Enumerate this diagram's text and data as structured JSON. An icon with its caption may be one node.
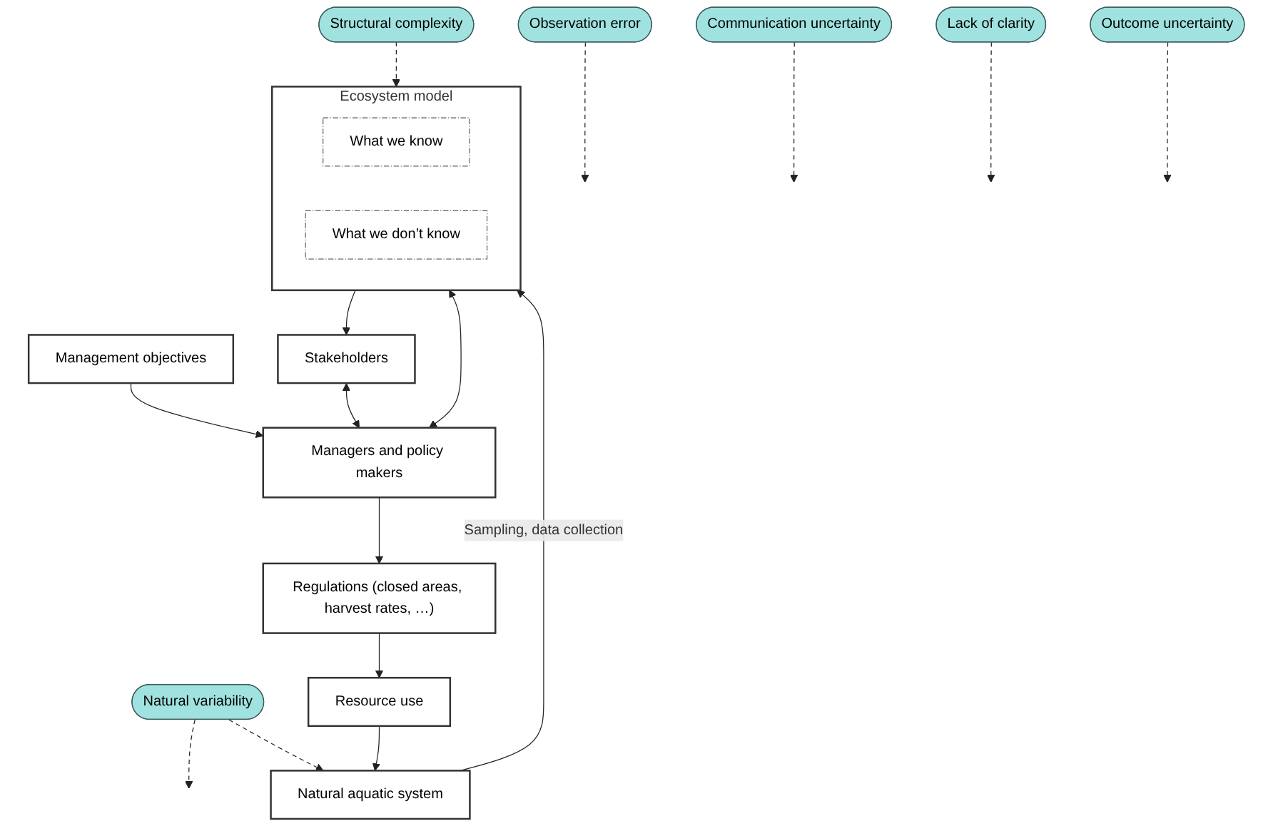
{
  "diagram": {
    "nodes": [
      {
        "text": [
          "Natural variability"
        ]
      },
      {
        "text": [
          "Observation error"
        ]
      },
      {
        "text": [
          "Structural complexity"
        ]
      },
      {
        "text": [
          "Natural aquatic system"
        ]
      },
      {
        "text": [
          "Ecosystem model"
        ]
      },
      {
        "text": [
          "What we know"
        ],
        "in": 4
      },
      {
        "text": [
          "What we don’t know"
        ],
        "in": 4
      },
      {
        "text": [
          "Communication uncertainty"
        ]
      },
      {
        "text": [
          "Resource use"
        ]
      },
      {
        "text": [
          "Management objectives"
        ]
      },
      {
        "text": [
          "Stakeholders"
        ]
      },
      {
        "text": [
          "Lack of clarity"
        ]
      },
      {
        "text": [
          "Outcome uncertainty"
        ]
      },
      {
        "text": [
          "Regulations (closed areas, harvest rates, …)"
        ]
      },
      {
        "text": [
          "Managers and policy makers"
        ]
      }
    ],
    "edges": [
      {
        "from": 3,
        "to": 4,
        "arrow": "to",
        "label": "Sampling, data collection"
      },
      {
        "from": 0,
        "to": 3,
        "arrow": "to",
        "style": "dashed"
      },
      {
        "from": 0,
        "to": null,
        "arrow": "to",
        "style": "dashed"
      },
      {
        "from": 1,
        "to": null,
        "arrow": "to",
        "style": "dashed"
      },
      {
        "from": 2,
        "to": 4,
        "arrow": "to",
        "style": "dashed"
      },
      {
        "from": 7,
        "to": null,
        "arrow": "to",
        "style": "dashed"
      },
      {
        "from": 14,
        "to": 4,
        "arrow": "both"
      },
      {
        "from": 4,
        "to": 10,
        "arrow": "to"
      },
      {
        "from": 9,
        "to": 14,
        "arrow": "to"
      },
      {
        "from": 10,
        "to": 14,
        "arrow": "both"
      },
      {
        "from": 11,
        "to": null,
        "arrow": "to",
        "style": "dashed"
      },
      {
        "from": 14,
        "to": 13,
        "arrow": "to"
      },
      {
        "from": 13,
        "to": 8,
        "arrow": "to"
      },
      {
        "from": 12,
        "to": null,
        "arrow": "to",
        "style": "dashed"
      },
      {
        "from": 8,
        "to": 3,
        "arrow": "to"
      }
    ]
  }
}
